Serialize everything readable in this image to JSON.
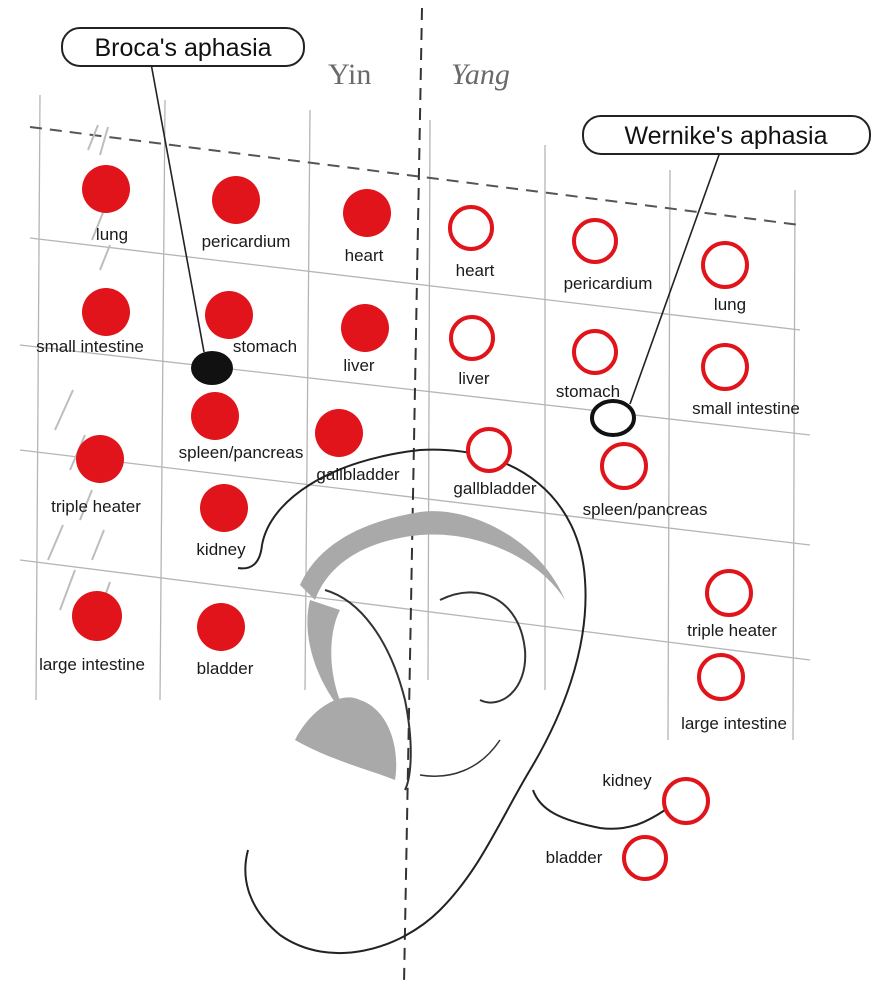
{
  "colors": {
    "yin_fill": "#e0141a",
    "yang_stroke": "#e0141a",
    "aphasia_point": "#111111",
    "grid": "#b5b5b5",
    "ear_shade": "#a9a9a9"
  },
  "headers": {
    "yin": "Yin",
    "yang": "Yang"
  },
  "callouts": {
    "broca": "Broca's aphasia",
    "wernike": "Wernike's aphasia"
  },
  "yin_points": [
    {
      "label": "lung"
    },
    {
      "label": "pericardium"
    },
    {
      "label": "heart"
    },
    {
      "label": "small intestine"
    },
    {
      "label": "stomach"
    },
    {
      "label": "liver"
    },
    {
      "label": "spleen/pancreas"
    },
    {
      "label": "gallbladder"
    },
    {
      "label": "triple heater"
    },
    {
      "label": "kidney"
    },
    {
      "label": "large intestine"
    },
    {
      "label": "bladder"
    }
  ],
  "yang_points": [
    {
      "label": "heart"
    },
    {
      "label": "pericardium"
    },
    {
      "label": "lung"
    },
    {
      "label": "liver"
    },
    {
      "label": "stomach"
    },
    {
      "label": "small intestine"
    },
    {
      "label": "gallbladder"
    },
    {
      "label": "spleen/pancreas"
    },
    {
      "label": "triple heater"
    },
    {
      "label": "large intestine"
    },
    {
      "label": "kidney"
    },
    {
      "label": "bladder"
    }
  ]
}
